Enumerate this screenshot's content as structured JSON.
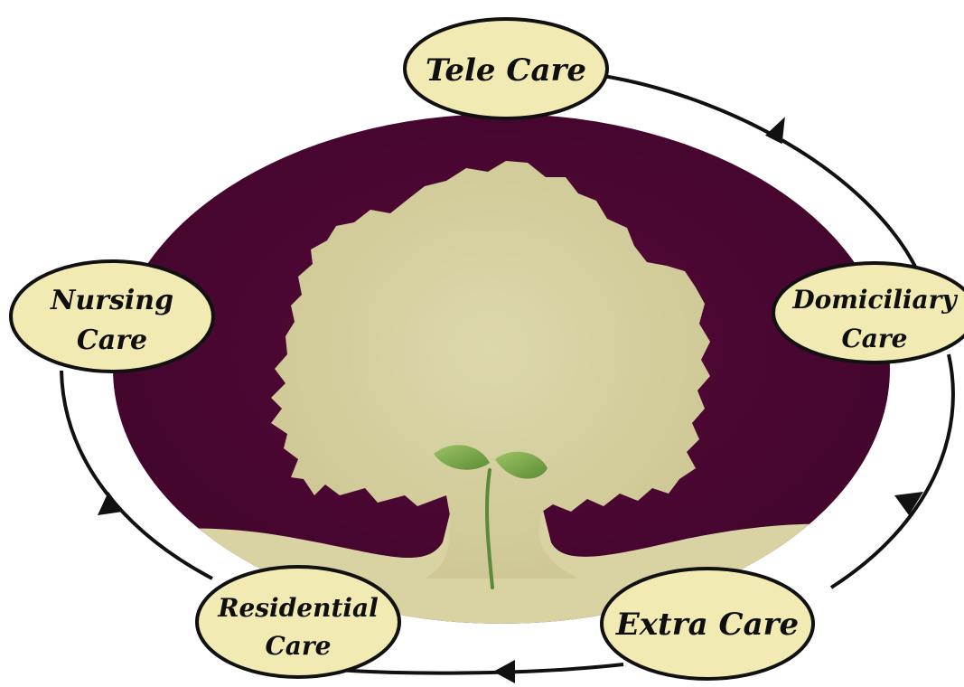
{
  "nodes": {
    "tele_care": {
      "lines": [
        "Tele Care"
      ]
    },
    "domiciliary_care": {
      "lines": [
        "Domiciliary",
        "Care"
      ]
    },
    "extra_care": {
      "lines": [
        "Extra Care"
      ]
    },
    "residential_care": {
      "lines": [
        "Residential",
        "Care"
      ]
    },
    "nursing_care": {
      "lines": [
        "Nursing",
        "Care"
      ]
    }
  },
  "colors": {
    "background_ellipse": "#4a0731",
    "tree": "#d8d3a4",
    "ground": "#d9d3a3",
    "node_fill": "#f1eab2",
    "node_stroke": "#111111",
    "cycle_line": "#111111",
    "sprout_leaf": "#7da64a",
    "sprout_stem": "#5c8a3a"
  },
  "cycle_direction": "clockwise"
}
